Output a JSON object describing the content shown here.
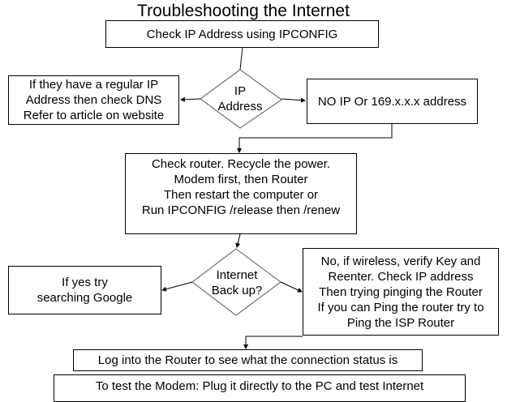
{
  "title": "Troubleshooting the Internet",
  "nodes": {
    "check_ip": {
      "lines": [
        "Check IP Address using IPCONFIG"
      ]
    },
    "ip_decision": {
      "lines": [
        "IP",
        "Address"
      ]
    },
    "regular_ip": {
      "lines": [
        "If they have a regular IP",
        "Address then check DNS",
        "Refer to article on website"
      ]
    },
    "no_ip": {
      "lines": [
        "NO IP Or 169.x.x.x address"
      ]
    },
    "check_router": {
      "lines": [
        "Check router.  Recycle the power.",
        "Modem first, then Router",
        "Then restart the computer or",
        "Run IPCONFIG /release then /renew"
      ]
    },
    "internet_decision": {
      "lines": [
        "Internet",
        "Back up?"
      ]
    },
    "yes_google": {
      "lines": [
        "If yes try",
        "searching Google"
      ]
    },
    "no_wireless": {
      "lines": [
        "No, if wireless, verify Key and",
        "Reenter.  Check IP address",
        "Then trying pinging the Router",
        "If you can Ping the router try to",
        "Ping the ISP Router"
      ]
    },
    "log_router": {
      "lines": [
        "Log into the Router to see what the connection status is"
      ]
    },
    "test_modem": {
      "lines": [
        "To test the Modem: Plug it directly to the PC and test Internet"
      ]
    }
  },
  "colors": {
    "line": "#000000",
    "diamond_stroke": "#555555",
    "background": "#ffffff"
  }
}
